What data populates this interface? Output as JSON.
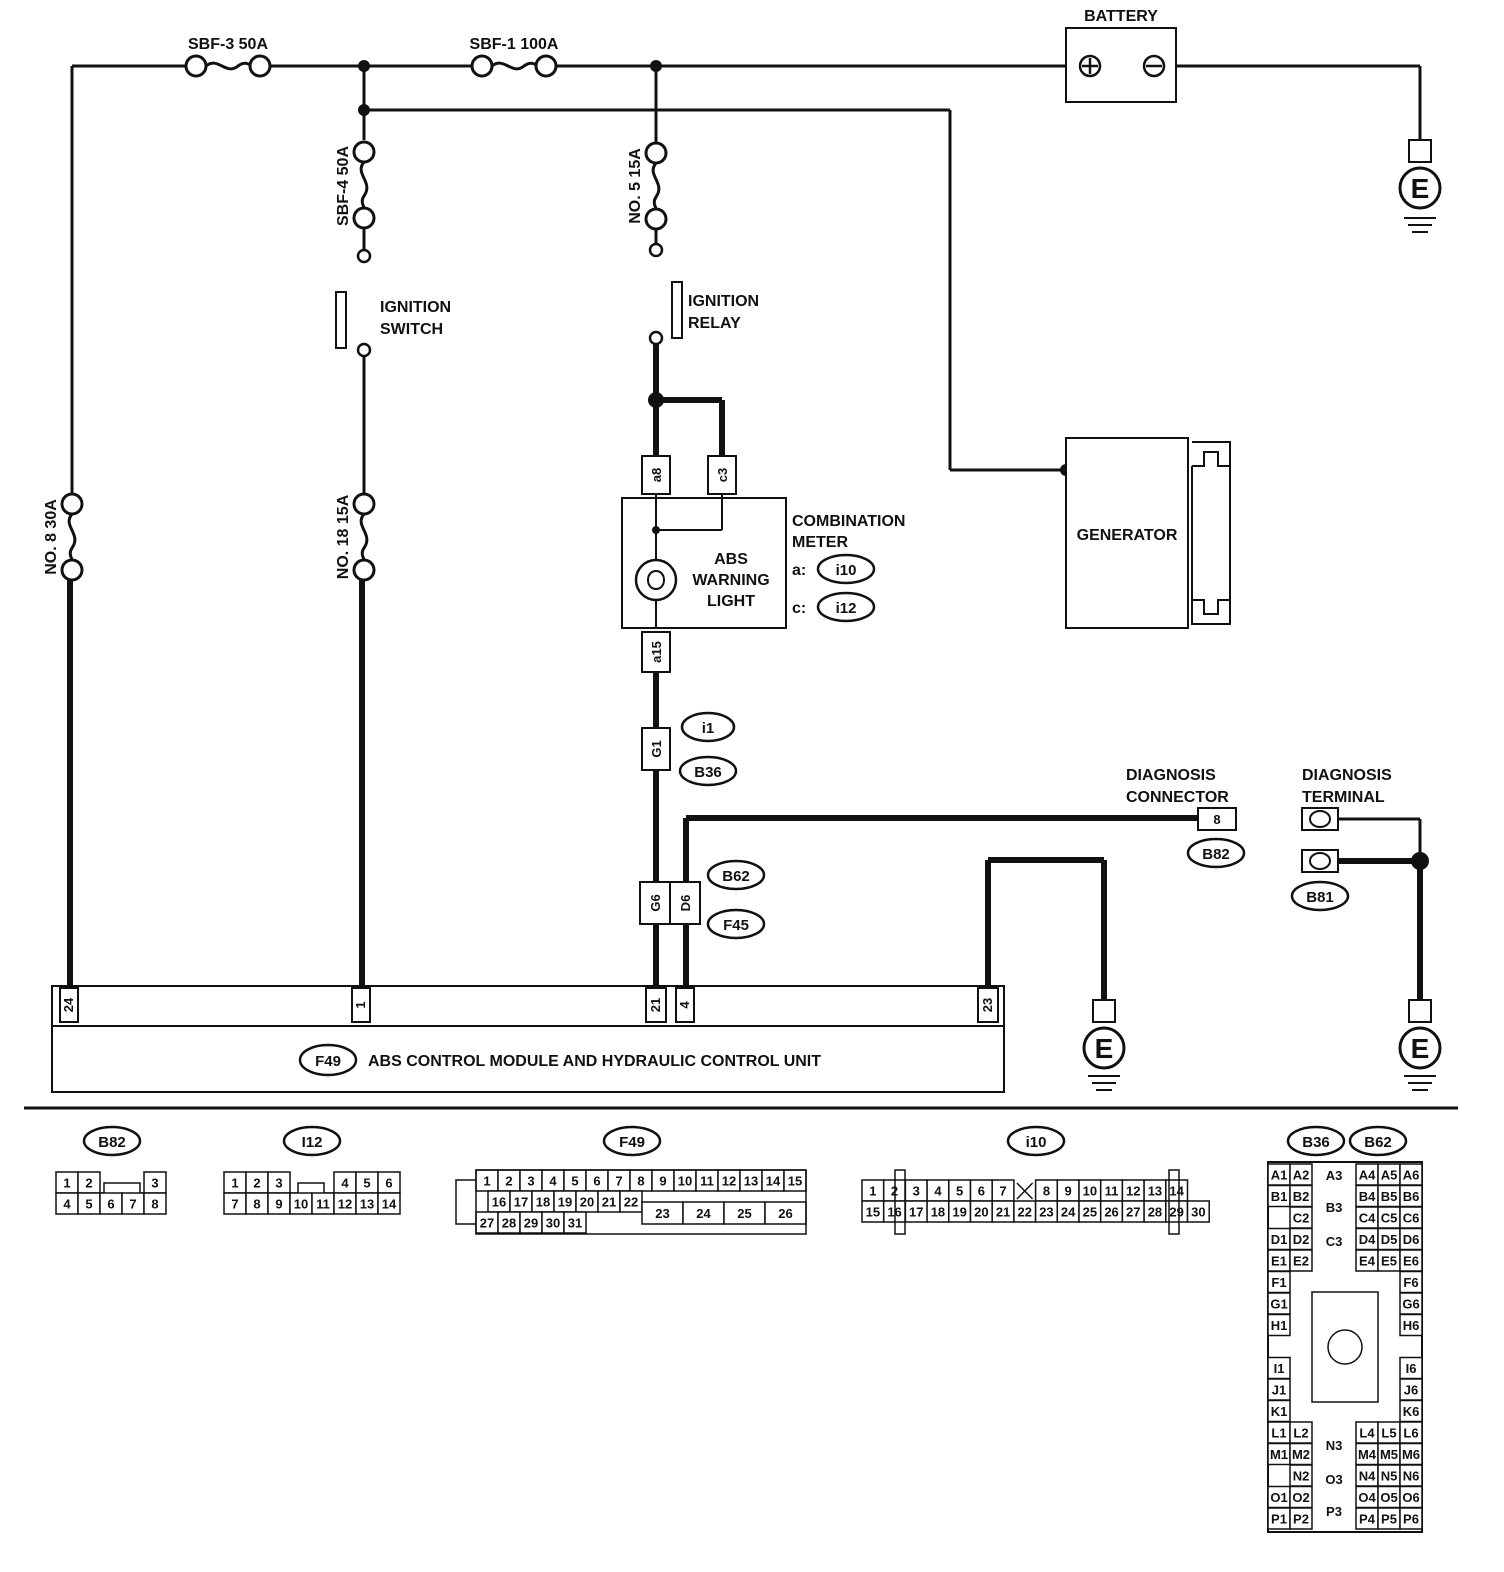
{
  "fuses": {
    "sbf3": "SBF-3 50A",
    "sbf1": "SBF-1 100A",
    "sbf4": "SBF-4 50A",
    "no5": "NO. 5 15A",
    "no8": "NO. 8 30A",
    "no18": "NO. 18 15A"
  },
  "battery": {
    "label": "BATTERY",
    "plus": "⊕",
    "minus": "⊖"
  },
  "ground": "E",
  "ignition_switch": [
    "IGNITION",
    "SWITCH"
  ],
  "ignition_relay": [
    "IGNITION",
    "RELAY"
  ],
  "generator": "GENERATOR",
  "combination_meter": {
    "title": [
      "COMBINATION",
      "METER"
    ],
    "lamp": [
      "ABS",
      "WARNING",
      "LIGHT"
    ],
    "conn_a_label": "a:",
    "conn_a": "i10",
    "conn_c_label": "c:",
    "conn_c": "i12",
    "pins": {
      "a8": "a8",
      "c3": "c3",
      "a15": "a15"
    }
  },
  "harness": {
    "g1": "G1",
    "i1": "i1",
    "b36": "B36",
    "g6": "G6",
    "d6": "D6",
    "b62": "B62",
    "f45": "F45"
  },
  "diagnosis_connector": {
    "label": [
      "DIAGNOSIS",
      "CONNECTOR"
    ],
    "pin": "8",
    "connector": "B82"
  },
  "diagnosis_terminal": {
    "label": [
      "DIAGNOSIS",
      "TERMINAL"
    ],
    "connector": "B81"
  },
  "module": {
    "connector": "F49",
    "label": "ABS CONTROL MODULE AND HYDRAULIC CONTROL UNIT",
    "pins": [
      "24",
      "1",
      "21",
      "4",
      "23"
    ]
  },
  "connector_views": {
    "b82": {
      "name": "B82",
      "row1": [
        "1",
        "2",
        "",
        "3"
      ],
      "row2": [
        "4",
        "5",
        "6",
        "7",
        "8"
      ]
    },
    "i12": {
      "name": "I12",
      "row1": [
        "1",
        "2",
        "3",
        "",
        "4",
        "5",
        "6"
      ],
      "row2": [
        "7",
        "8",
        "9",
        "10",
        "11",
        "12",
        "13",
        "14"
      ]
    },
    "f49": {
      "name": "F49",
      "row1": [
        "1",
        "2",
        "3",
        "4",
        "5",
        "6",
        "7",
        "8",
        "9",
        "10",
        "11",
        "12",
        "13",
        "14",
        "15"
      ],
      "row2": [
        "16",
        "17",
        "18",
        "19",
        "20",
        "21",
        "22"
      ],
      "row2b": [
        "23",
        "24",
        "25",
        "26"
      ],
      "row3": [
        "27",
        "28",
        "29",
        "30",
        "31"
      ]
    },
    "i10": {
      "name": "i10",
      "row1": [
        "1",
        "2",
        "3",
        "4",
        "5",
        "6",
        "7",
        "",
        "8",
        "9",
        "10",
        "11",
        "12",
        "13",
        "14"
      ],
      "row2": [
        "15",
        "16",
        "17",
        "18",
        "19",
        "20",
        "21",
        "22",
        "23",
        "24",
        "25",
        "26",
        "27",
        "28",
        "29",
        "30"
      ]
    },
    "b36_b62": {
      "names": [
        "B36",
        "B62"
      ]
    }
  }
}
